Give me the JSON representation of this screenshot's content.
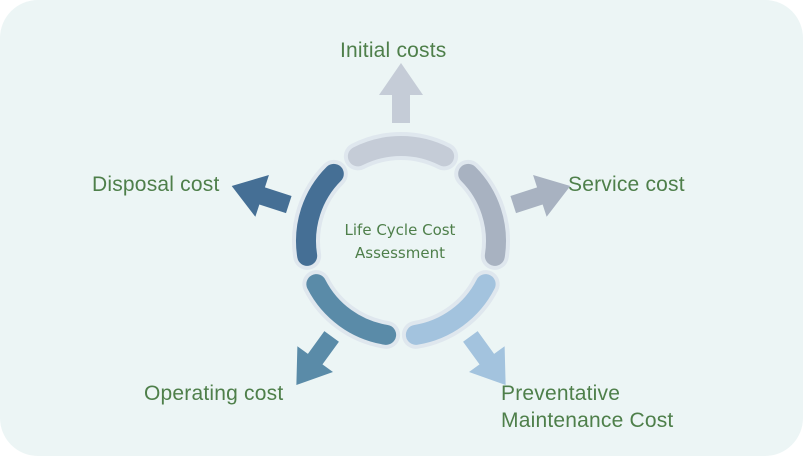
{
  "center": {
    "line1": "Life Cycle Cost",
    "line2": "Assessment"
  },
  "stages": [
    {
      "id": "initial",
      "label": "Initial costs",
      "color": "#c5ccd7"
    },
    {
      "id": "service",
      "label": "Service cost",
      "color": "#a8b2c1"
    },
    {
      "id": "preventative",
      "label_line1": "Preventative",
      "label_line2": "Maintenance Cost",
      "color": "#a3c3de"
    },
    {
      "id": "operating",
      "label": "Operating cost",
      "color": "#5a8ba8"
    },
    {
      "id": "disposal",
      "label": "Disposal cost",
      "color": "#456f95"
    }
  ],
  "text_color": "#4e7f4a",
  "background_color": "#ecf5f5"
}
